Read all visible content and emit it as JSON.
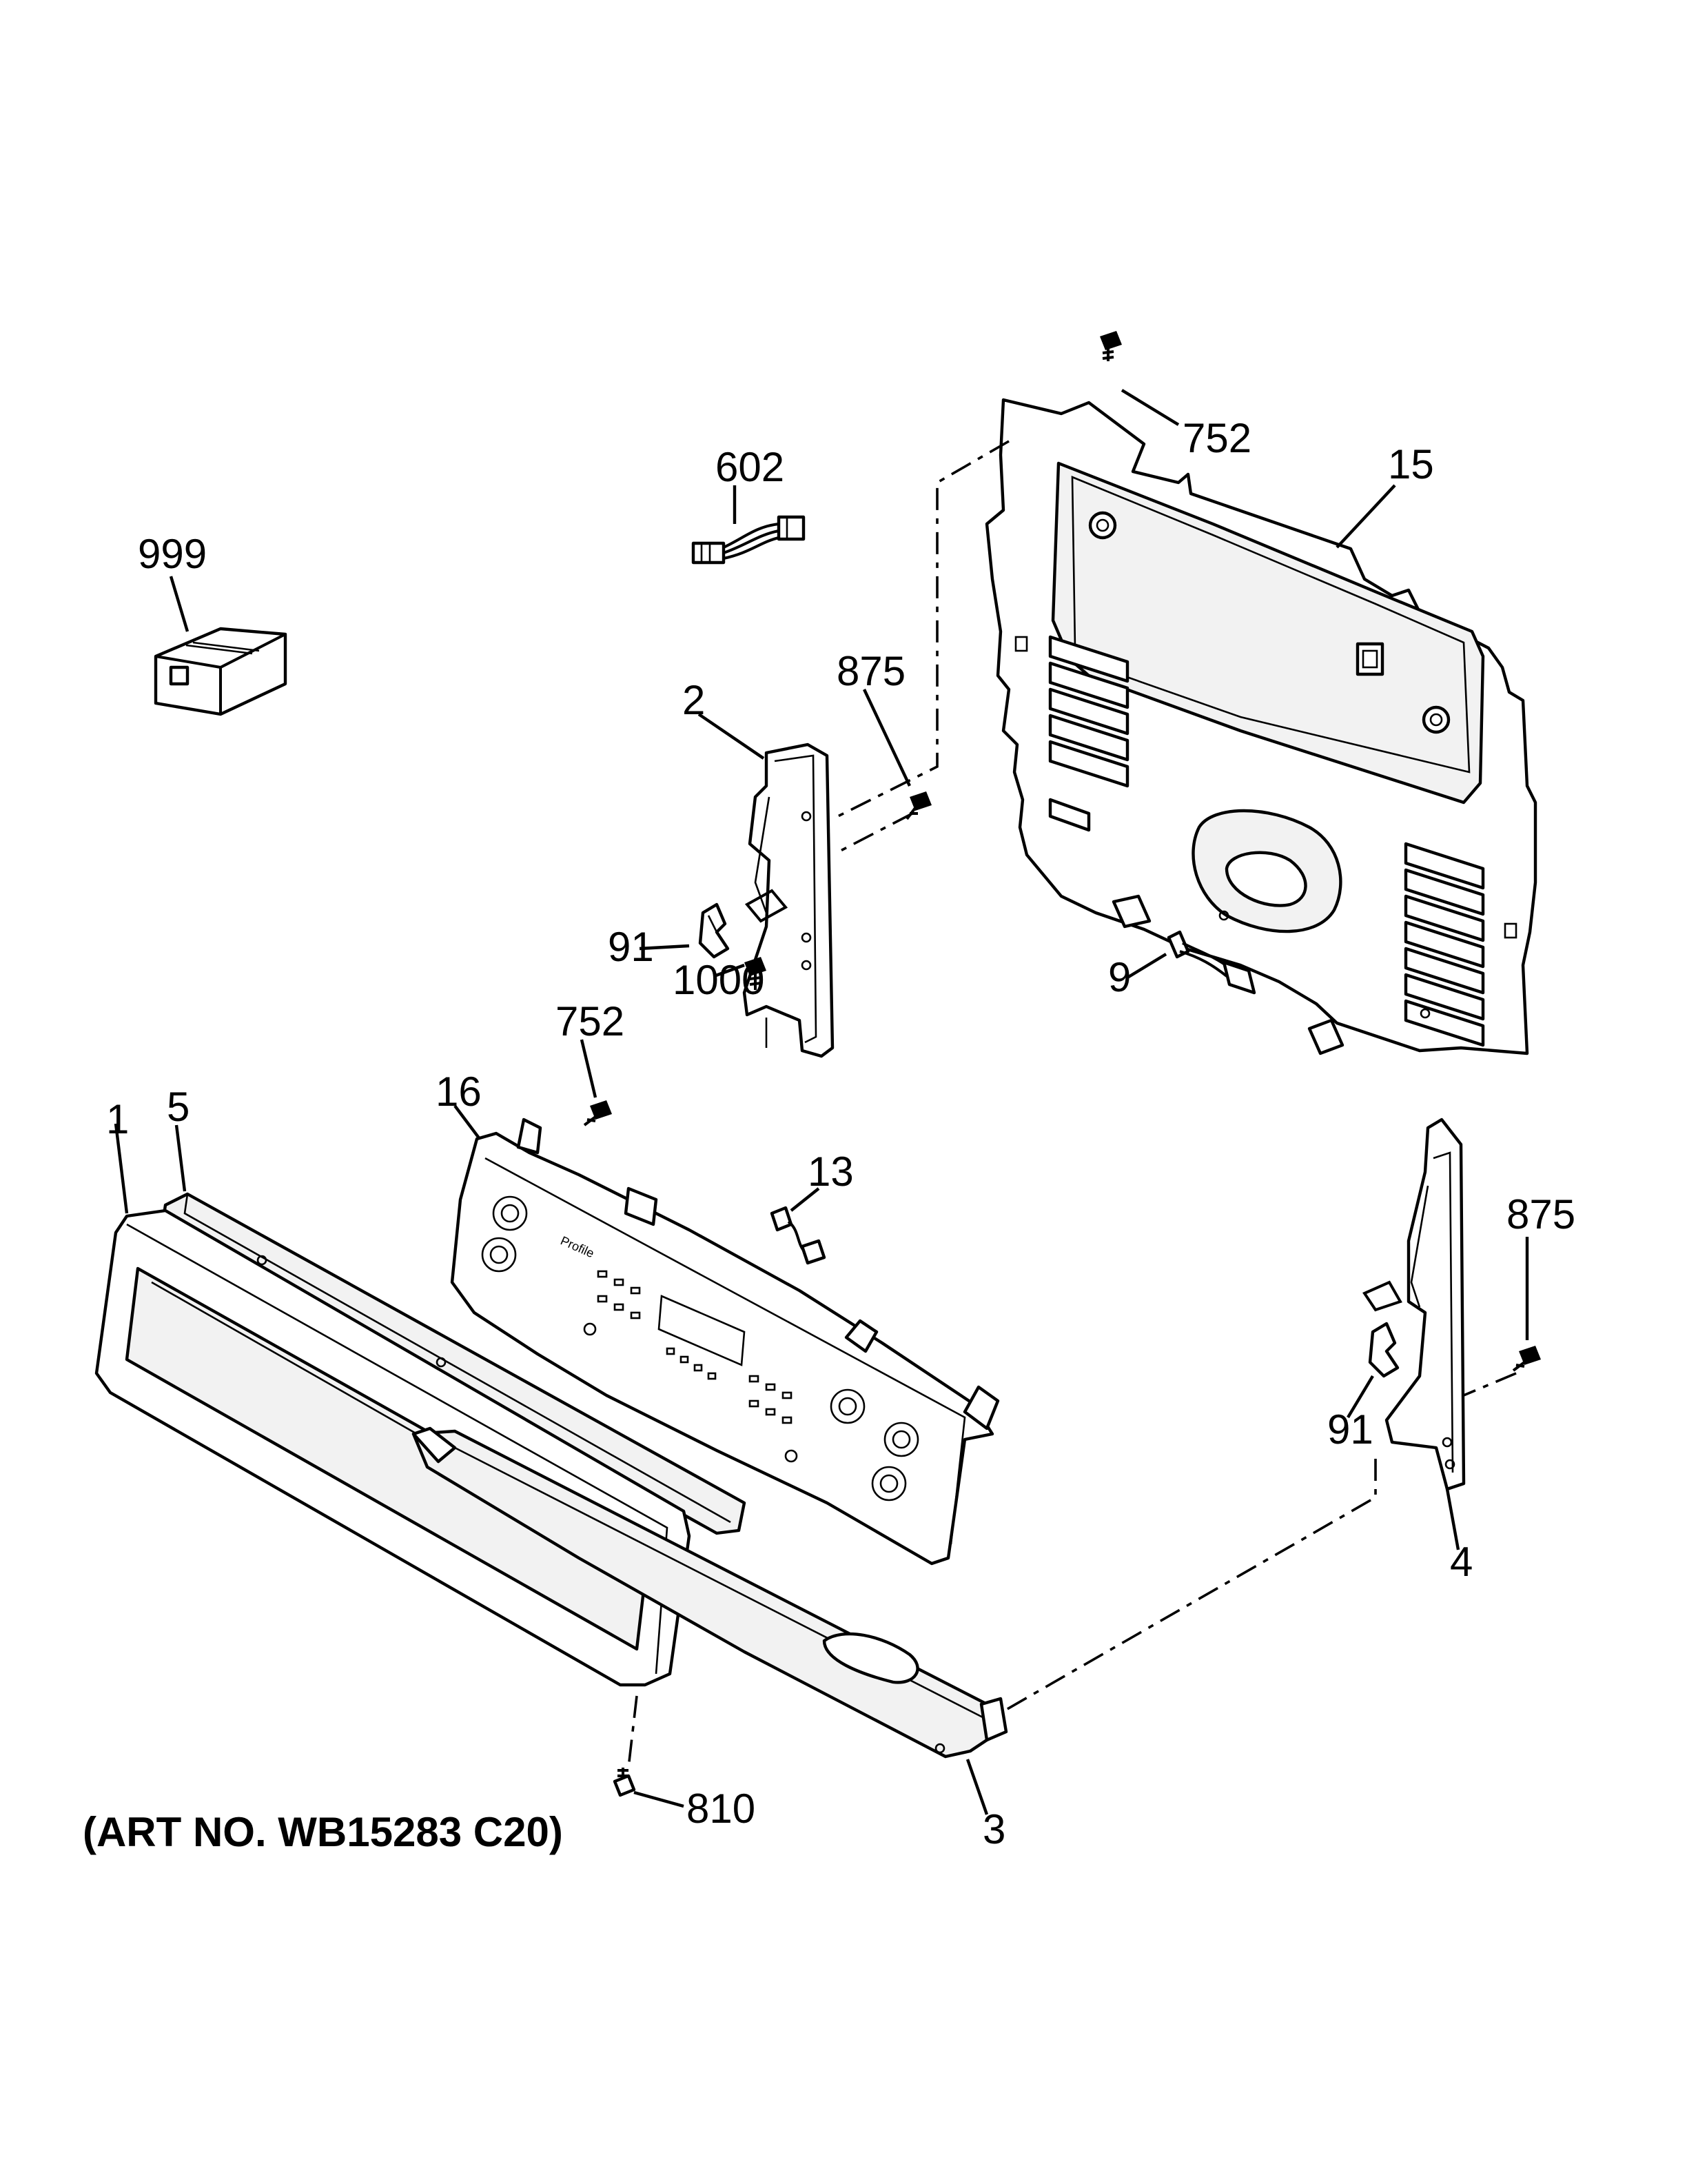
{
  "art_number": "(ART NO. WB15283 C20)",
  "brand_text": "Profile",
  "callouts": [
    {
      "id": "c-999",
      "text": "999"
    },
    {
      "id": "c-602",
      "text": "602"
    },
    {
      "id": "c-752-top",
      "text": "752"
    },
    {
      "id": "c-15",
      "text": "15"
    },
    {
      "id": "c-875-top",
      "text": "875"
    },
    {
      "id": "c-2",
      "text": "2"
    },
    {
      "id": "c-91-left",
      "text": "91"
    },
    {
      "id": "c-1000",
      "text": "1000"
    },
    {
      "id": "c-9",
      "text": "9"
    },
    {
      "id": "c-752-mid",
      "text": "752"
    },
    {
      "id": "c-16",
      "text": "16"
    },
    {
      "id": "c-1",
      "text": "1"
    },
    {
      "id": "c-5",
      "text": "5"
    },
    {
      "id": "c-13",
      "text": "13"
    },
    {
      "id": "c-875-right",
      "text": "875"
    },
    {
      "id": "c-91-right",
      "text": "91"
    },
    {
      "id": "c-4",
      "text": "4"
    },
    {
      "id": "c-810",
      "text": "810"
    },
    {
      "id": "c-3",
      "text": "3"
    }
  ]
}
